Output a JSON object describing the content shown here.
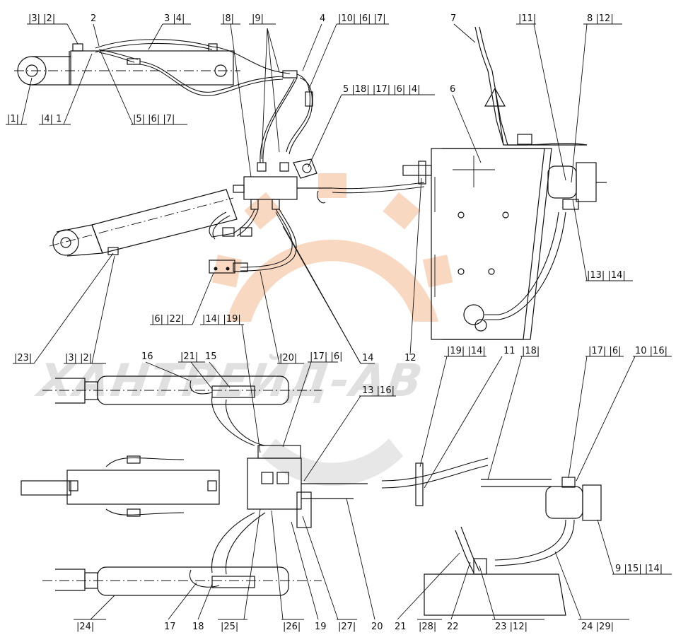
{
  "watermark": {
    "text": "ХАНТРЕЙД-АВ",
    "gear_color": "#f7c8a6",
    "text_color": "#c7c7c7"
  },
  "callouts": [
    {
      "id": "c1",
      "text": "|3|  |2|"
    },
    {
      "id": "c2",
      "text": "2"
    },
    {
      "id": "c3",
      "text": "3  |4|"
    },
    {
      "id": "c4",
      "text": "|8|"
    },
    {
      "id": "c5",
      "text": "|9|"
    },
    {
      "id": "c6",
      "text": "4"
    },
    {
      "id": "c7",
      "text": "|10|  |6|  |7|"
    },
    {
      "id": "c8",
      "text": "7"
    },
    {
      "id": "c9",
      "text": "|11|"
    },
    {
      "id": "c10",
      "text": "8  |12|"
    },
    {
      "id": "c11",
      "text": "5  |18|  |17|  |6|  |4|"
    },
    {
      "id": "c12",
      "text": "6"
    },
    {
      "id": "c13",
      "text": "|1|"
    },
    {
      "id": "c14",
      "text": "|4|  1"
    },
    {
      "id": "c15",
      "text": "|5|  |6|  |7|"
    },
    {
      "id": "c16",
      "text": "|13|  |14|"
    },
    {
      "id": "c17",
      "text": "|6|  |22|"
    },
    {
      "id": "c18",
      "text": "|14|  |19|"
    },
    {
      "id": "c19",
      "text": "|23|"
    },
    {
      "id": "c20",
      "text": "|20|"
    },
    {
      "id": "c21",
      "text": "14"
    },
    {
      "id": "c22",
      "text": "12"
    },
    {
      "id": "c23",
      "text": "|3|  |2|"
    },
    {
      "id": "c24",
      "text": "16"
    },
    {
      "id": "c25",
      "text": "|21|"
    },
    {
      "id": "c26",
      "text": "15"
    },
    {
      "id": "c27",
      "text": "|17|  |6|"
    },
    {
      "id": "c28",
      "text": "|19|  |14|"
    },
    {
      "id": "c29",
      "text": "11"
    },
    {
      "id": "c30",
      "text": "|18|"
    },
    {
      "id": "c31",
      "text": "|17|  |6|"
    },
    {
      "id": "c32",
      "text": "10  |16|"
    },
    {
      "id": "c33",
      "text": "13  |16|"
    },
    {
      "id": "c34",
      "text": "9  |15|  |14|"
    },
    {
      "id": "c35",
      "text": "|24|"
    },
    {
      "id": "c36",
      "text": "17"
    },
    {
      "id": "c37",
      "text": "18"
    },
    {
      "id": "c38",
      "text": "|25|"
    },
    {
      "id": "c39",
      "text": "|26|"
    },
    {
      "id": "c40",
      "text": "19"
    },
    {
      "id": "c41",
      "text": "|27|"
    },
    {
      "id": "c42",
      "text": "20"
    },
    {
      "id": "c43",
      "text": "21"
    },
    {
      "id": "c44",
      "text": "|28|"
    },
    {
      "id": "c45",
      "text": "22"
    },
    {
      "id": "c46",
      "text": "23  |12|"
    },
    {
      "id": "c47",
      "text": "24  |29|"
    }
  ]
}
